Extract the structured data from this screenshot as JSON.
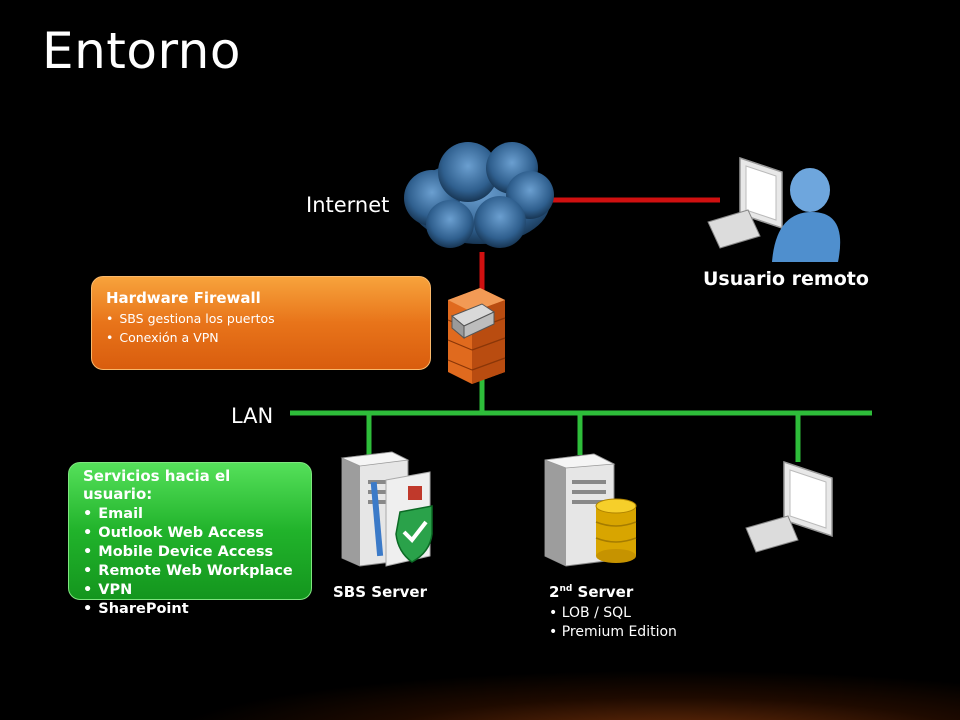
{
  "slide": {
    "title": "Entorno"
  },
  "labels": {
    "internet": "Internet",
    "lan": "LAN",
    "remote_user": "Usuario remoto",
    "sbs_server": "SBS Server",
    "second_server_main": "2",
    "second_server_sup": "nd",
    "second_server_suffix": " Server"
  },
  "firewall_box": {
    "heading": "Hardware Firewall",
    "bullets": [
      "SBS gestiona los puertos",
      "Conexión a VPN"
    ]
  },
  "services_box": {
    "heading": "Servicios hacia el usuario:",
    "bullets": [
      "Email",
      "Outlook Web Access",
      "Mobile Device Access",
      "Remote Web Workplace",
      "VPN",
      "SharePoint"
    ]
  },
  "second_server_bullets": [
    "LOB / SQL",
    "Premium Edition"
  ],
  "colors": {
    "wan_link": "#d01010",
    "lan_link": "#2ebd3a",
    "firewall_box": "#e8741a",
    "services_box": "#21b32b"
  }
}
